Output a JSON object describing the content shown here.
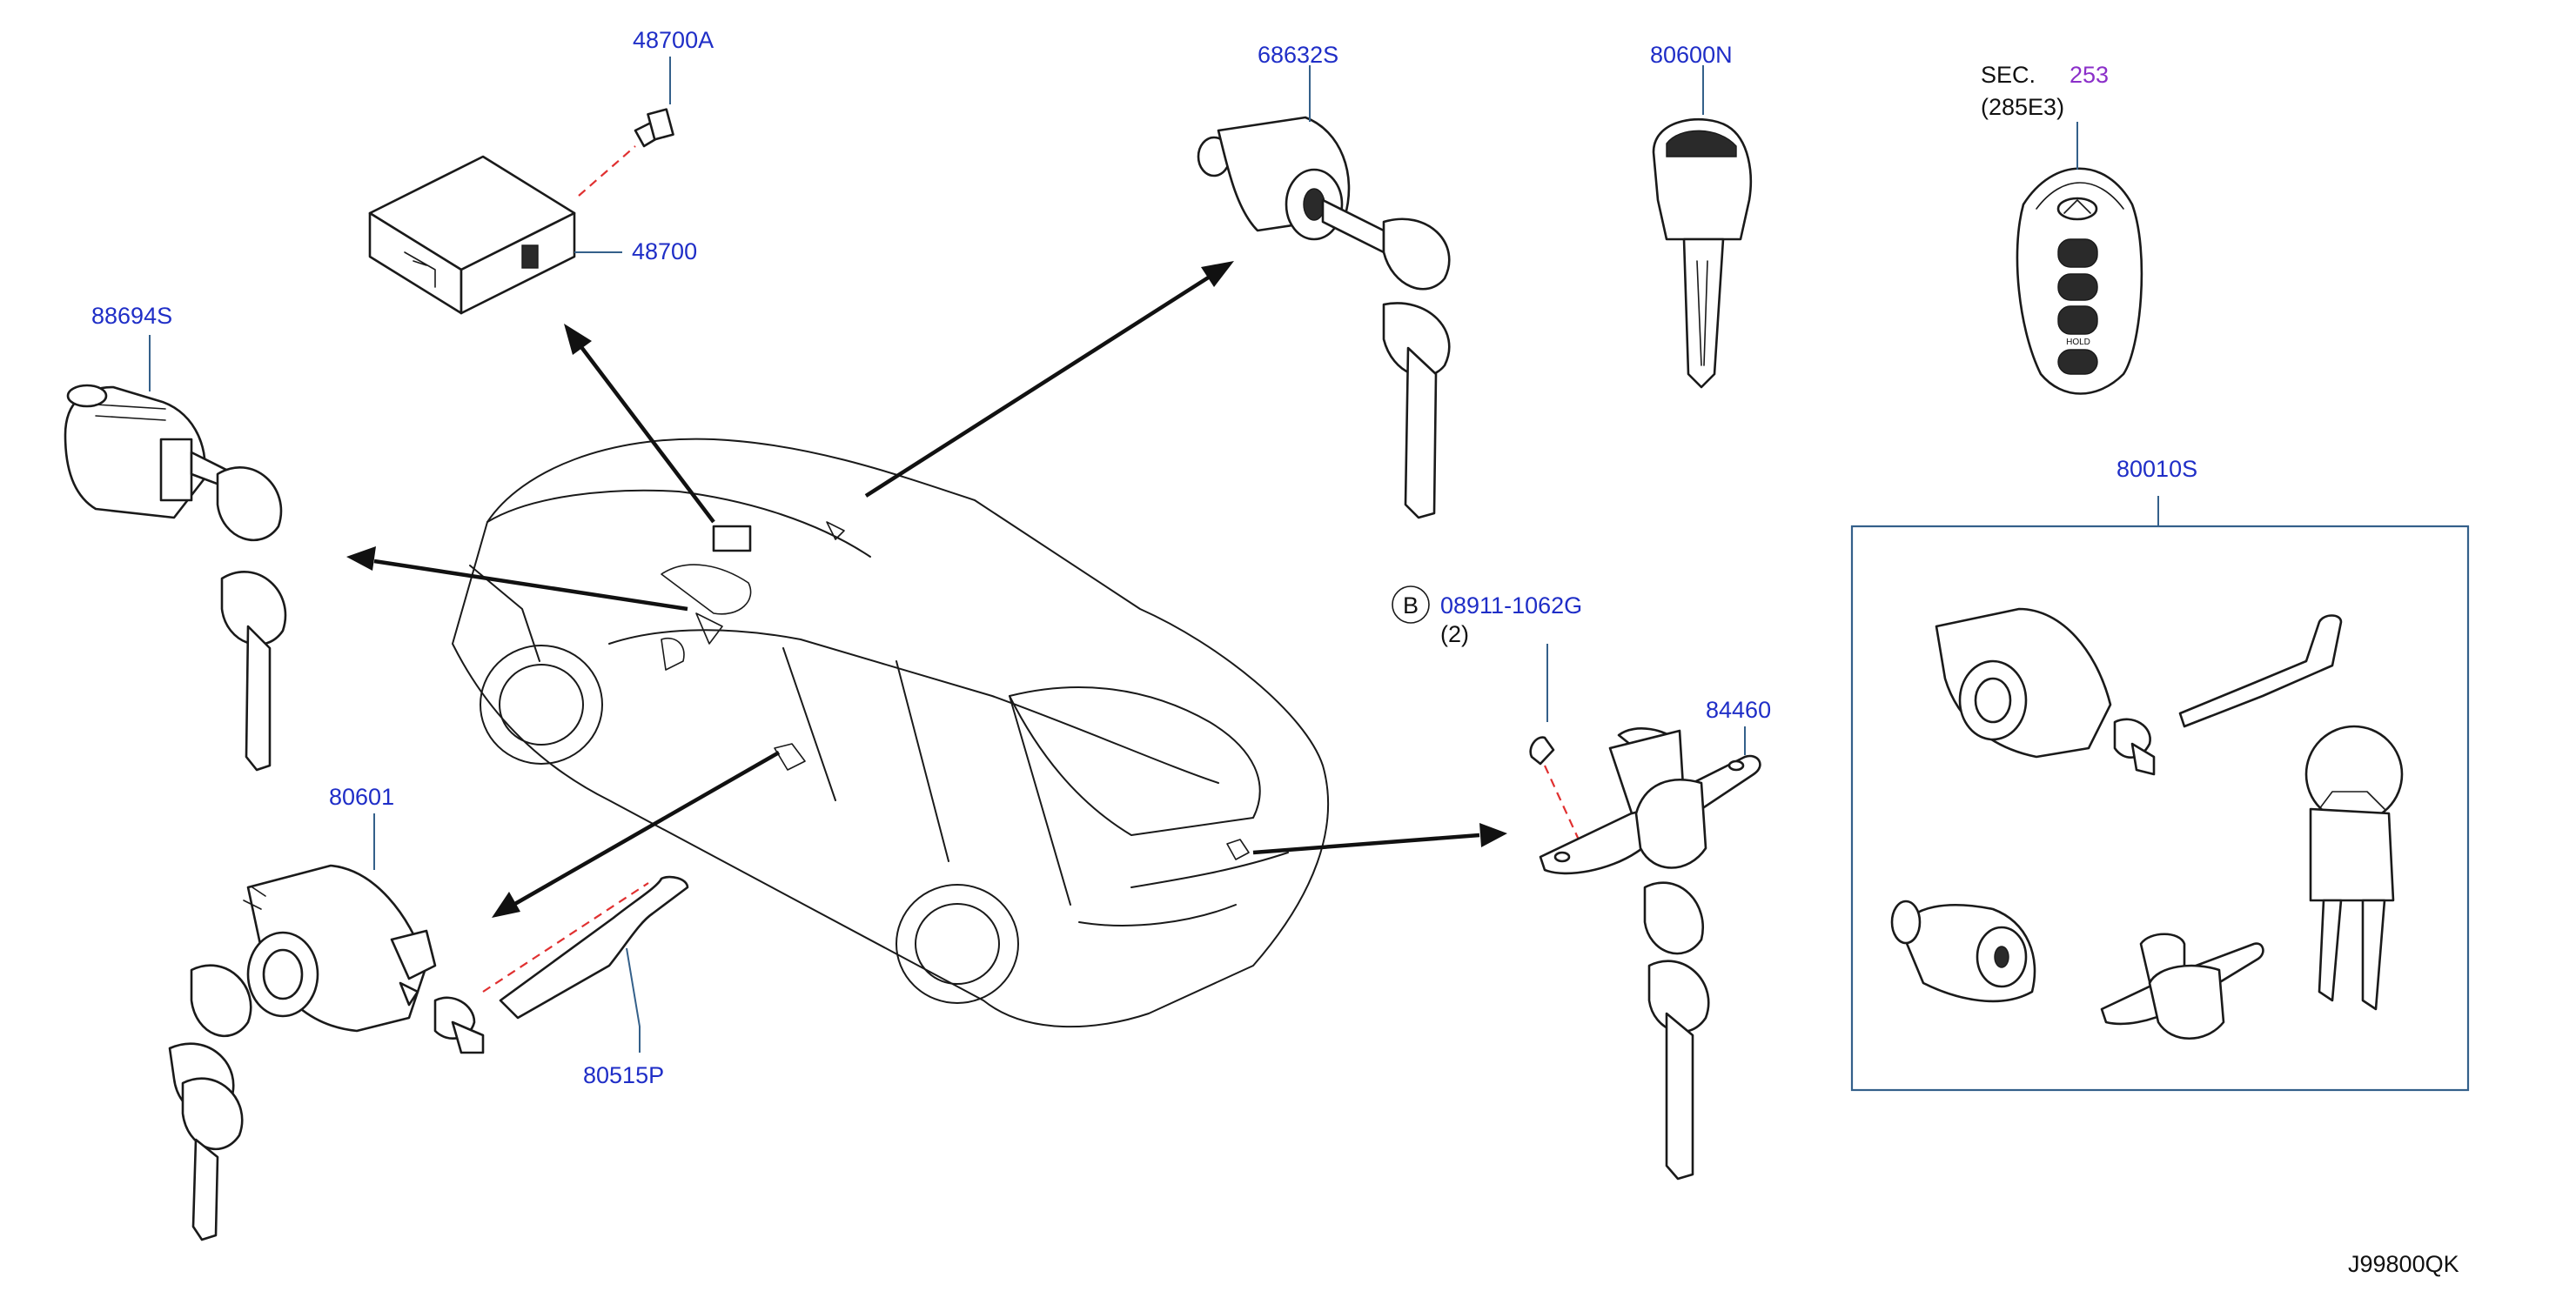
{
  "diagram_code": "J99800QK",
  "callouts": {
    "c48700A": "48700A",
    "c48700": "48700",
    "c68632S": "68632S",
    "c80600N": "80600N",
    "c88694S": "88694S",
    "c80601": "80601",
    "c80515P": "80515P",
    "c08911": "08911-1062G",
    "c08911_qty": "(2)",
    "c08911_badge": "B",
    "c84460": "84460",
    "c80010S": "80010S",
    "sec_prefix": "SEC.",
    "sec_number": "253",
    "sec_sub": "(285E3)"
  },
  "fob_button_text": "HOLD",
  "colors": {
    "callout_text": "#1f2ec7",
    "section_link": "#8b2fc9",
    "leader_line": "#34608a",
    "dashed_line": "#e03030"
  }
}
